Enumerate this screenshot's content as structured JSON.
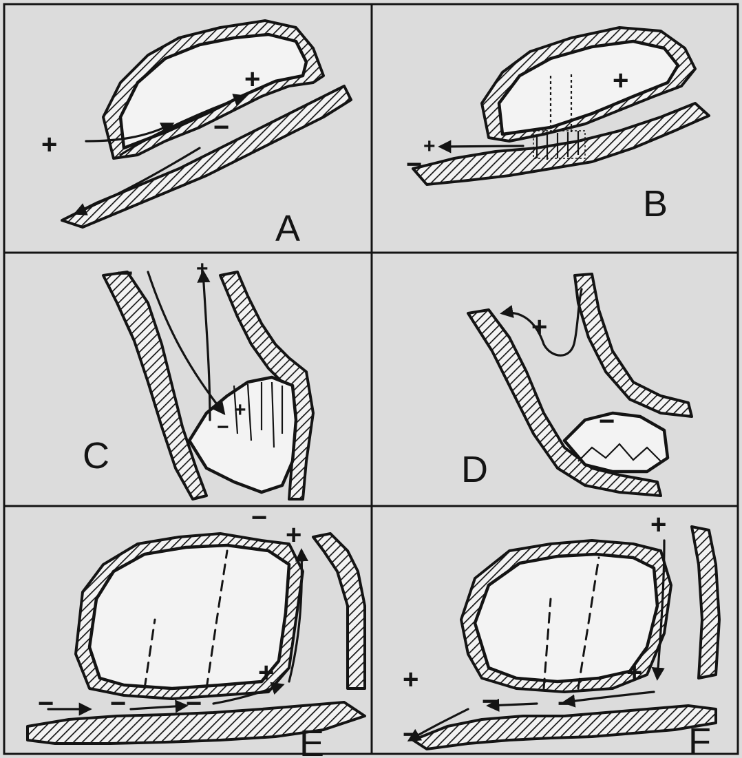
{
  "figure": {
    "panels": [
      {
        "id": "A",
        "letter": "A",
        "signs": [
          "+",
          "+",
          "−"
        ]
      },
      {
        "id": "B",
        "letter": "B",
        "signs": [
          "+",
          "+",
          "−"
        ]
      },
      {
        "id": "C",
        "letter": "C",
        "signs": [
          "−",
          "+",
          "+",
          "−"
        ]
      },
      {
        "id": "D",
        "letter": "D",
        "signs": [
          "+",
          "−"
        ]
      },
      {
        "id": "E",
        "letter": "E",
        "signs": [
          "−",
          "+",
          "+",
          "−",
          "−",
          "−"
        ]
      },
      {
        "id": "F",
        "letter": "F",
        "signs": [
          "+",
          "+",
          "+",
          "−",
          "−",
          "−"
        ]
      }
    ]
  },
  "colors": {
    "ink": "#141414",
    "paper": "#dcdcdc",
    "rock_fill": "#f3f3f3"
  }
}
